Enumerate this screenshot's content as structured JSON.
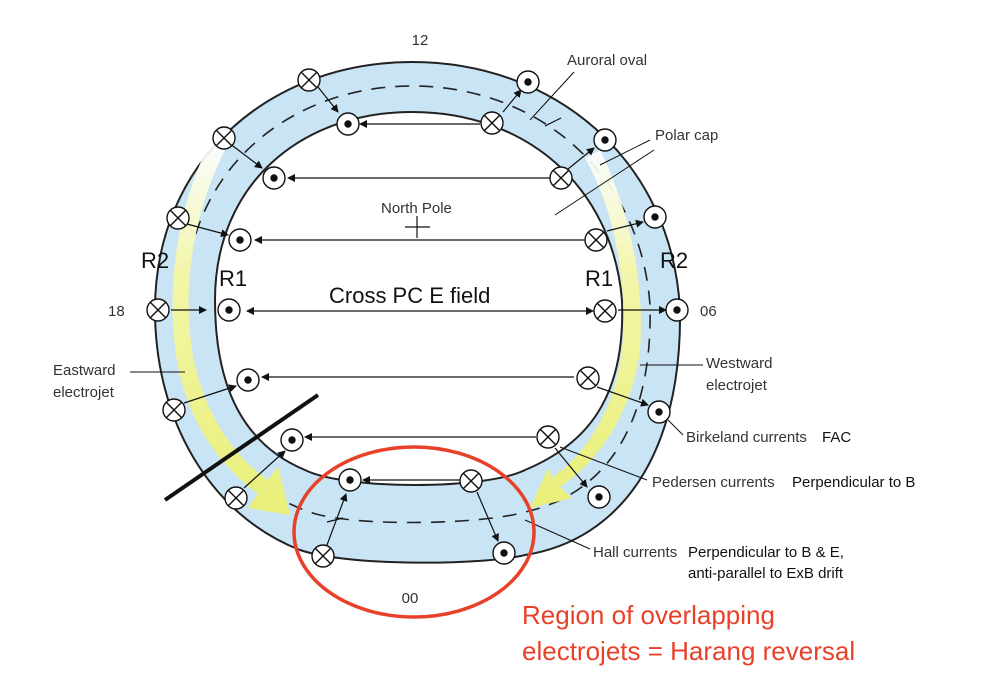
{
  "hours": {
    "top": "12",
    "left": "18",
    "right": "06",
    "bottom": "00"
  },
  "region_labels": {
    "r2_left": "R2",
    "r1_left": "R1",
    "r1_right": "R1",
    "r2_right": "R2"
  },
  "center": {
    "north_pole": "North Pole",
    "cross_pc": "Cross PC E field"
  },
  "annotations": {
    "auroral_oval": "Auroral oval",
    "polar_cap": "Polar cap",
    "eastward_line1": "Eastward",
    "eastward_line2": "electrojet",
    "westward_line1": "Westward",
    "westward_line2": "electrojet",
    "birkeland": "Birkeland currents",
    "birkeland_note": "FAC",
    "pedersen": "Pedersen currents",
    "pedersen_note": "Perpendicular to B",
    "hall": "Hall currents",
    "hall_note_line1": "Perpendicular to B & E,",
    "hall_note_line2": "anti-parallel to ExB drift"
  },
  "harang": {
    "line1": "Region of overlapping",
    "line2": "electrojets = Harang reversal"
  },
  "colors": {
    "oval_fill": "#c9e4f5",
    "oval_stroke": "#222222",
    "electrojet_arrow": "#eef29a",
    "harang_ellipse": "#e8412a"
  }
}
